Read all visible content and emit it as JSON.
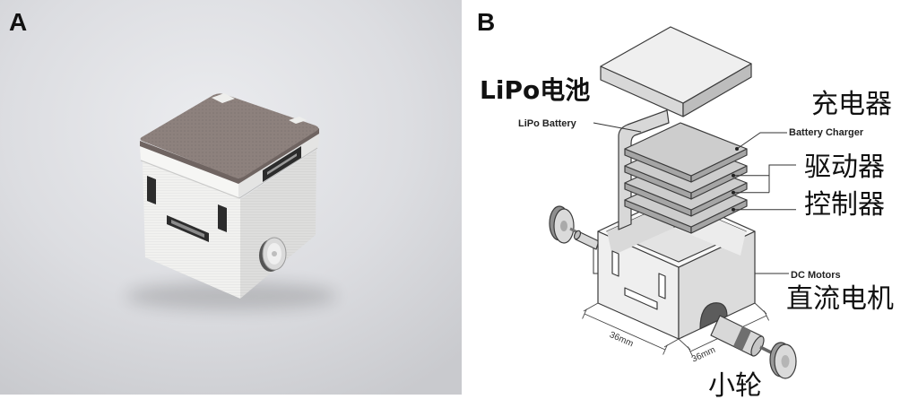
{
  "figure": {
    "panel_a": {
      "label": "A"
    },
    "panel_b": {
      "label": "B",
      "lipo_cn": "LiPo电池",
      "lipo_en": "LiPo Battery",
      "charger_cn": "充电器",
      "charger_en": "Battery Charger",
      "driver_cn": "驱动器",
      "controller_cn": "控制器",
      "motors_en": "DC Motors",
      "motors_cn": "直流电机",
      "wheel_cn": "小轮",
      "dim_left": "36mm",
      "dim_right": "36mm"
    }
  },
  "colors": {
    "cube_top": "#8d817d",
    "cube_top_edge": "#6f6461",
    "cube_lid_left": "#f6f6f4",
    "cube_lid_right": "#e4e4e3",
    "cube_body_left": "#f1f1ef",
    "cube_body_right": "#dddddc",
    "slot": "#2c2c2c",
    "wheel": "#dadada",
    "part_light": "#efefef",
    "part_mid": "#d8d8d8",
    "part_dark": "#bdbdbd",
    "board_top": "#cdcdcd",
    "board_side": "#a5a5a5",
    "motor_band": "#6f6f6f"
  }
}
